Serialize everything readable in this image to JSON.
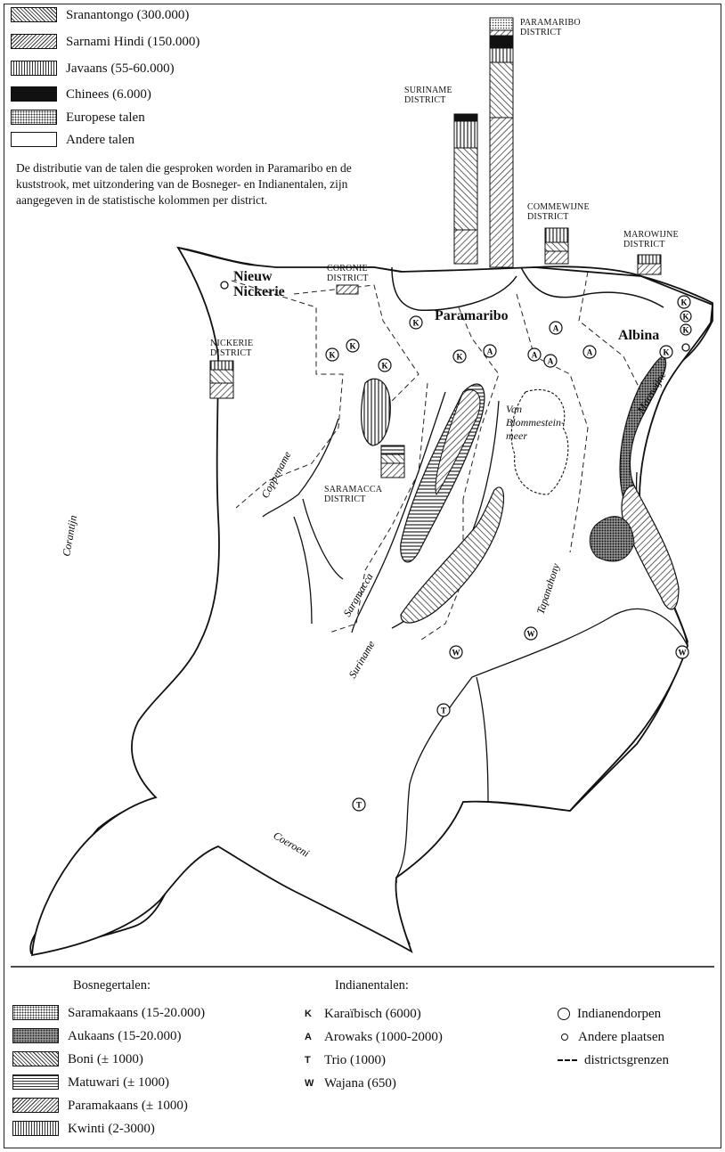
{
  "legend_top": [
    {
      "label": "Sranantongo (300.000)"
    },
    {
      "label": "Sarnami Hindi (150.000)"
    },
    {
      "label": "Javaans (55-60.000)"
    },
    {
      "label": "Chinees (6.000)"
    },
    {
      "label": "Europese talen"
    },
    {
      "label": "Andere talen"
    }
  ],
  "note": "De distributie van de talen die gesproken worden in Paramaribo en de kuststrook, met uitzondering van de Bosneger- en Indianentalen, zijn aangegeven in de statistische kolommen per district.",
  "districts": {
    "paramaribo": [
      "PARAMARIBO",
      "DISTRICT"
    ],
    "suriname": [
      "SURINAME",
      "DISTRICT"
    ],
    "commewijne": [
      "COMMEWIJNE",
      "DISTRICT"
    ],
    "marowijne": [
      "MAROWIJNE",
      "DISTRICT"
    ],
    "coronie": [
      "CORONIE",
      "DISTRICT"
    ],
    "nickerie": [
      "NICKERIE",
      "DISTRICT"
    ],
    "saramacca": [
      "SARAMACCA",
      "DISTRICT"
    ]
  },
  "places": {
    "nieuw_nickerie": [
      "Nieuw",
      "Nickerie"
    ],
    "paramaribo": "Paramaribo",
    "albina": "Albina"
  },
  "rivers": {
    "coppename": "Coppename",
    "corantijn": "Corantijn",
    "saramacca": "Saramacca",
    "suriname": "Suriname",
    "tapanahony": "Tapanahony",
    "marowijne": "Marowijne",
    "coeroeni": "Coeroeni",
    "lake": [
      "Van",
      "Blommestein-",
      "meer"
    ]
  },
  "markers": {
    "K": "K",
    "A": "A",
    "T": "T",
    "W": "W"
  },
  "legend_bottom": {
    "bosneger_title": "Bosnegertalen:",
    "bosneger": [
      {
        "label": "Saramakaans (15-20.000)"
      },
      {
        "label": "Aukaans (15-20.000)"
      },
      {
        "label": "Boni (± 1000)"
      },
      {
        "label": "Matuwari (± 1000)"
      },
      {
        "label": "Paramakaans (± 1000)"
      },
      {
        "label": "Kwinti (2-3000)"
      }
    ],
    "indianen_title": "Indianentalen:",
    "indianen": [
      {
        "symbol": "K",
        "label": "Karaïbisch (6000)"
      },
      {
        "symbol": "A",
        "label": "Arowaks (1000-2000)"
      },
      {
        "symbol": "T",
        "label": "Trio (1000)"
      },
      {
        "symbol": "W",
        "label": "Wajana (650)"
      }
    ],
    "other": [
      {
        "label": "Indianendorpen"
      },
      {
        "label": "Andere plaatsen"
      },
      {
        "label": "districtsgrenzen"
      }
    ]
  }
}
